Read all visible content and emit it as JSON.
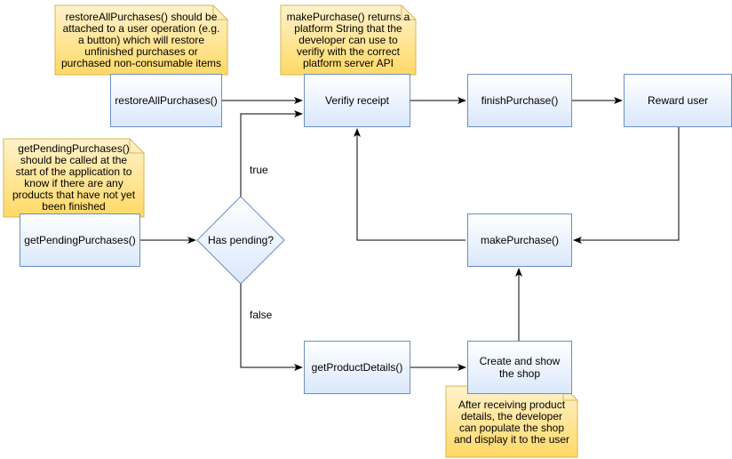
{
  "nodes": {
    "restore": "restoreAllPurchases()",
    "verify": "Verifiy receipt",
    "finish": "finishPurchase()",
    "reward": "Reward user",
    "pending": "getPendingPurchases()",
    "has_pending": "Has pending?",
    "make_purchase": "makePurchase()",
    "product_details": "getProductDetails()",
    "shop": "Create and show the shop"
  },
  "edge_labels": {
    "true": "true",
    "false": "false"
  },
  "notes": {
    "restore_note": "restoreAllPurchases() should be attached to a user operation (e.g. a button) which will restore unfinished purchases or purchased non-consumable items",
    "make_purchase_note": "makePurchase() returns a platform String that the developer can use to verifiy with the correct platform server API",
    "pending_note": "getPendingPurchases() should be called at the start of the application to know if there are any products that have not yet been finished",
    "shop_note": "After receiving product details, the developer can populate the shop and display it to the user"
  },
  "colors": {
    "box_border": "#6c8ebf",
    "box_fill": "#dae8fc",
    "note_border": "#d6b656",
    "note_fill": "#ffe599",
    "edge": "#000000"
  }
}
